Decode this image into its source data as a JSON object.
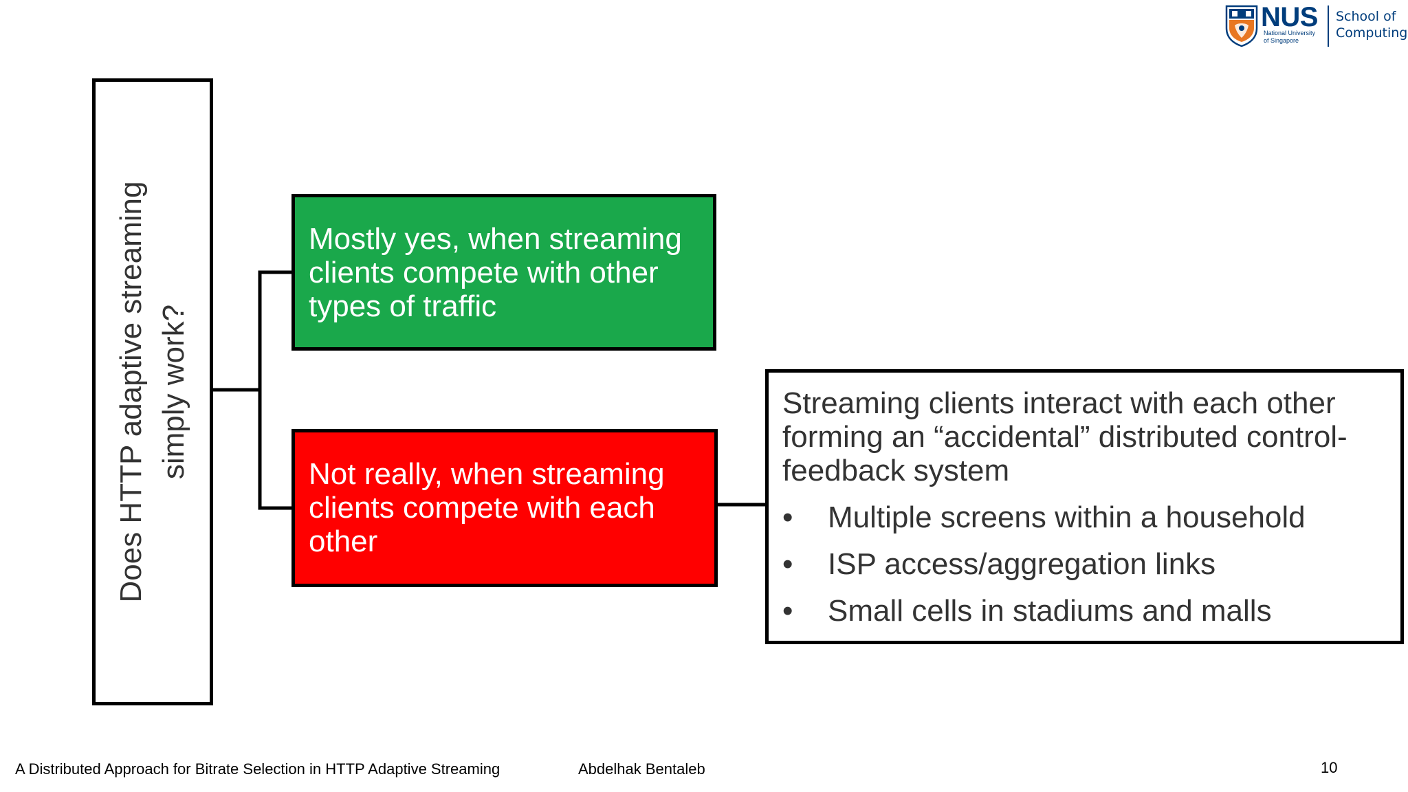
{
  "logo": {
    "name": "NUS",
    "subtitle_line1": "National University",
    "subtitle_line2": "of Singapore",
    "school_line1": "School of",
    "school_line2": "Computing",
    "brand_color": "#003d7c",
    "icon": "crest-icon"
  },
  "question": {
    "line1": "Does HTTP adaptive streaming",
    "line2": "simply work?"
  },
  "answers": {
    "yes": {
      "text": "Mostly yes, when streaming clients compete with other types of traffic",
      "color": "#1aa84b"
    },
    "no": {
      "text": "Not really, when streaming clients compete with each other",
      "color": "#ff0000"
    }
  },
  "detail": {
    "intro": "Streaming clients interact with each other forming an “accidental” distributed control-feedback system",
    "bullet_symbol": "•",
    "bullets": [
      "Multiple screens within a household",
      "ISP access/aggregation links",
      "Small cells in stadiums and malls"
    ]
  },
  "footer": {
    "title": "A Distributed Approach for Bitrate Selection in HTTP Adaptive Streaming",
    "author": "Abdelhak Bentaleb",
    "page_number": "10"
  }
}
